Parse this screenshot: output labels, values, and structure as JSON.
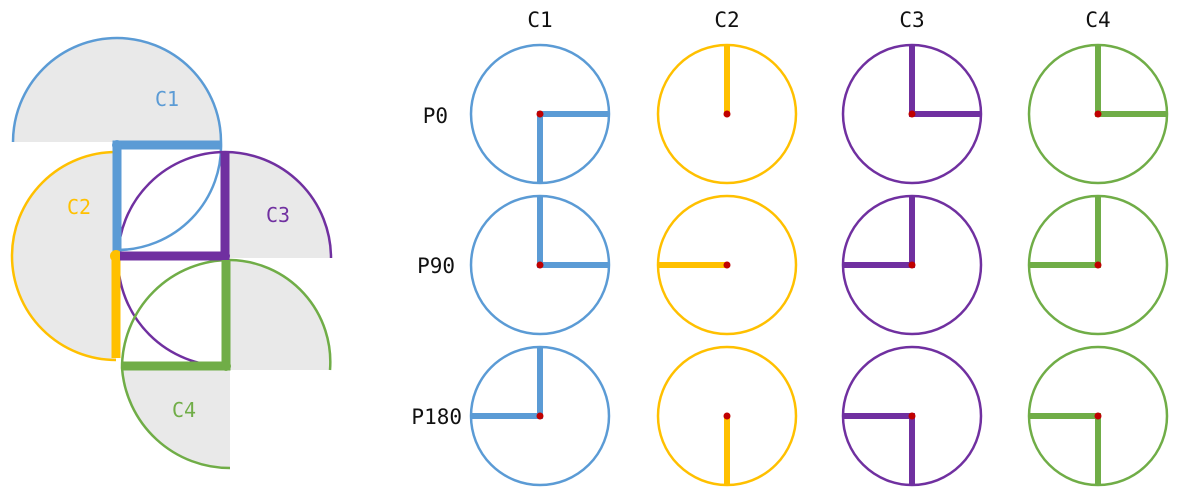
{
  "colors": {
    "c1": "#5B9BD5",
    "c2": "#FFC000",
    "c3": "#7030A0",
    "c4": "#70AD47",
    "center_dot": "#C00000",
    "fill": "#E9E9E9"
  },
  "left_diagram": {
    "labels": {
      "c1": "C1",
      "c2": "C2",
      "c3": "C3",
      "c4": "C4"
    }
  },
  "grid": {
    "columns": [
      "C1",
      "C2",
      "C3",
      "C4"
    ],
    "rows": [
      "P0",
      "P90",
      "P180"
    ]
  }
}
